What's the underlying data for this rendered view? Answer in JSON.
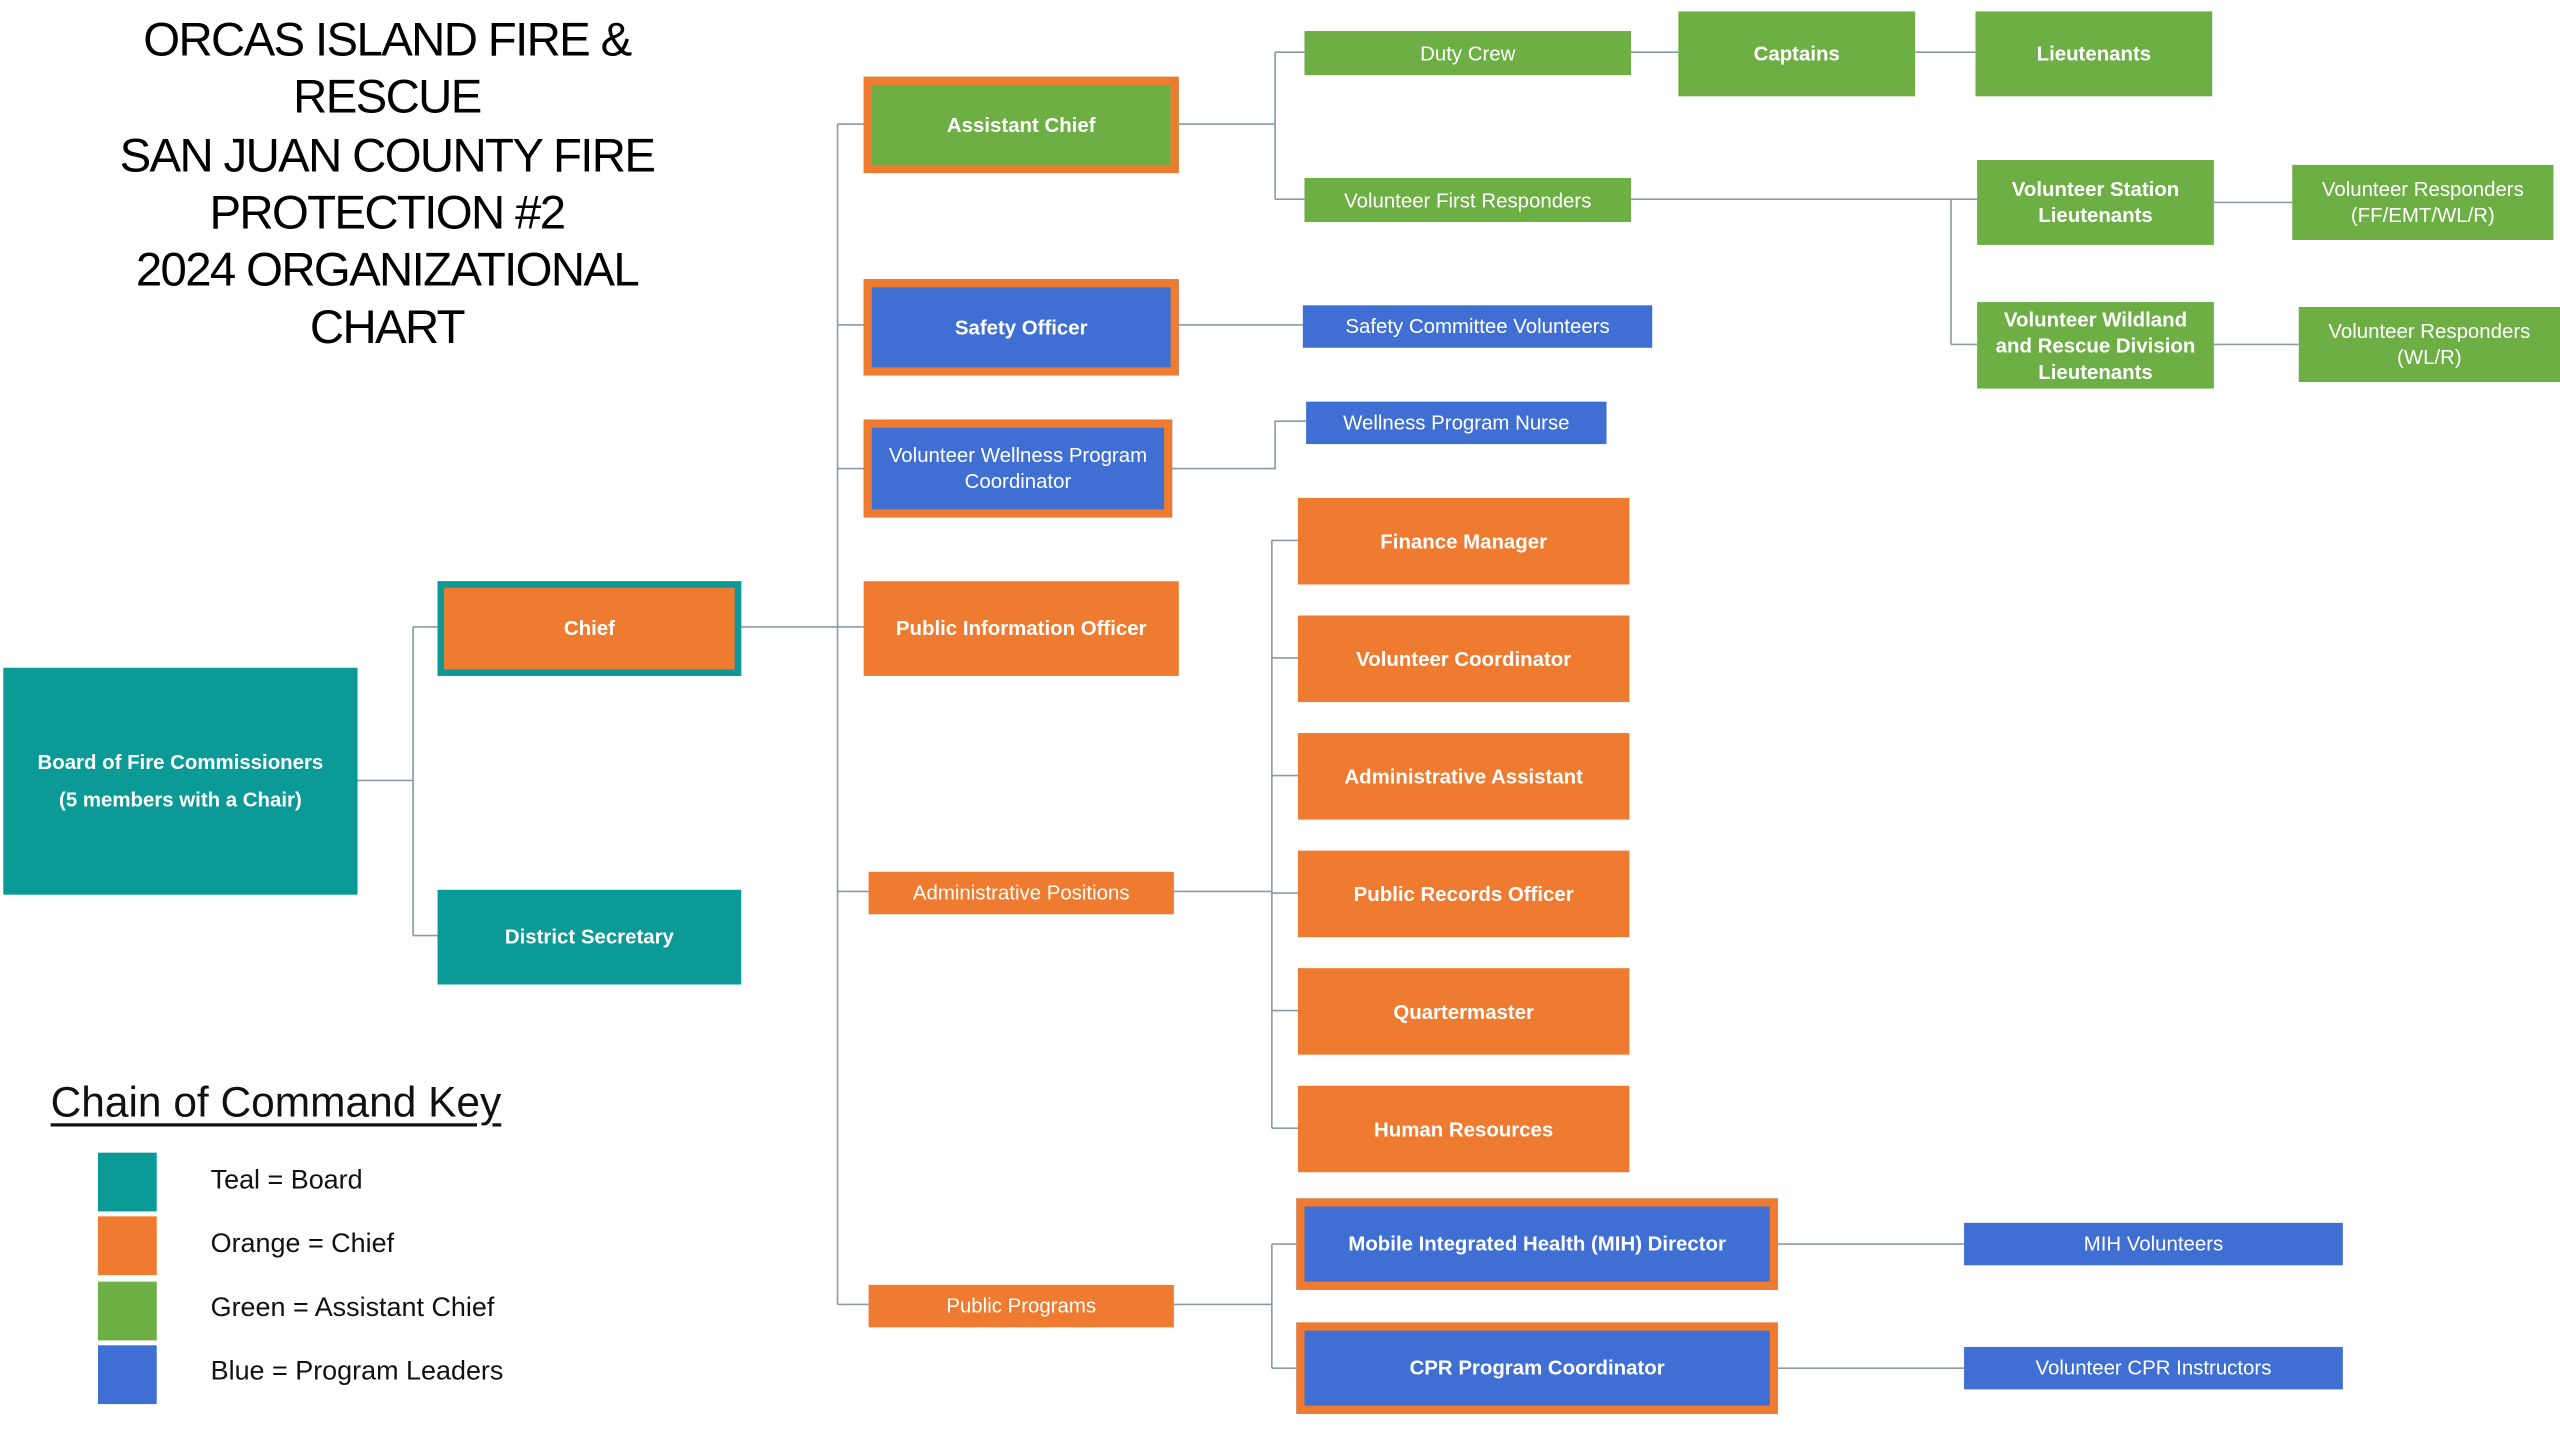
{
  "title_lines": [
    "ORCAS ISLAND FIRE &",
    "RESCUE",
    "SAN JUAN COUNTY FIRE",
    "PROTECTION #2",
    "2024 ORGANIZATIONAL",
    "CHART"
  ],
  "colors": {
    "teal": "#0b9a96",
    "orange": "#ee7b30",
    "green": "#6daf45",
    "blue": "#3f6fd2",
    "connector": "#8a9aa8"
  },
  "nodes": {
    "board": [
      "Board of Fire Commissioners",
      "(5 members with a Chair)"
    ],
    "chief": "Chief",
    "district_secretary": "District Secretary",
    "assistant_chief": "Assistant Chief",
    "safety_officer": "Safety Officer",
    "wellness_coordinator": [
      "Volunteer Wellness Program",
      "Coordinator"
    ],
    "pio": "Public Information Officer",
    "admin_positions": "Administrative Positions",
    "public_programs": "Public Programs",
    "duty_crew": "Duty Crew",
    "captains": "Captains",
    "lieutenants": "Lieutenants",
    "first_responders": "Volunteer First Responders",
    "station_lts": [
      "Volunteer Station",
      "Lieutenants"
    ],
    "wildland_lts": [
      "Volunteer Wildland",
      "and Rescue Division",
      "Lieutenants"
    ],
    "responders_ff": [
      "Volunteer Responders",
      "(FF/EMT/WL/R)"
    ],
    "responders_wl": [
      "Volunteer Responders",
      "(WL/R)"
    ],
    "safety_committee": "Safety Committee Volunteers",
    "wellness_nurse": "Wellness Program Nurse",
    "finance_manager": "Finance Manager",
    "volunteer_coordinator": "Volunteer Coordinator",
    "admin_assistant": "Administrative Assistant",
    "public_records": "Public Records Officer",
    "quartermaster": "Quartermaster",
    "human_resources": "Human Resources",
    "mih_director": "Mobile Integrated Health (MIH) Director",
    "cpr_coordinator": "CPR Program Coordinator",
    "mih_volunteers": "MIH Volunteers",
    "cpr_instructors": "Volunteer CPR Instructors"
  },
  "key": {
    "title": "Chain of Command Key",
    "items": [
      {
        "label": "Teal = Board",
        "color": "#0b9a96"
      },
      {
        "label": "Orange = Chief",
        "color": "#ee7b30"
      },
      {
        "label": "Green = Assistant Chief",
        "color": "#6daf45"
      },
      {
        "label": "Blue = Program Leaders",
        "color": "#3f6fd2"
      }
    ]
  }
}
